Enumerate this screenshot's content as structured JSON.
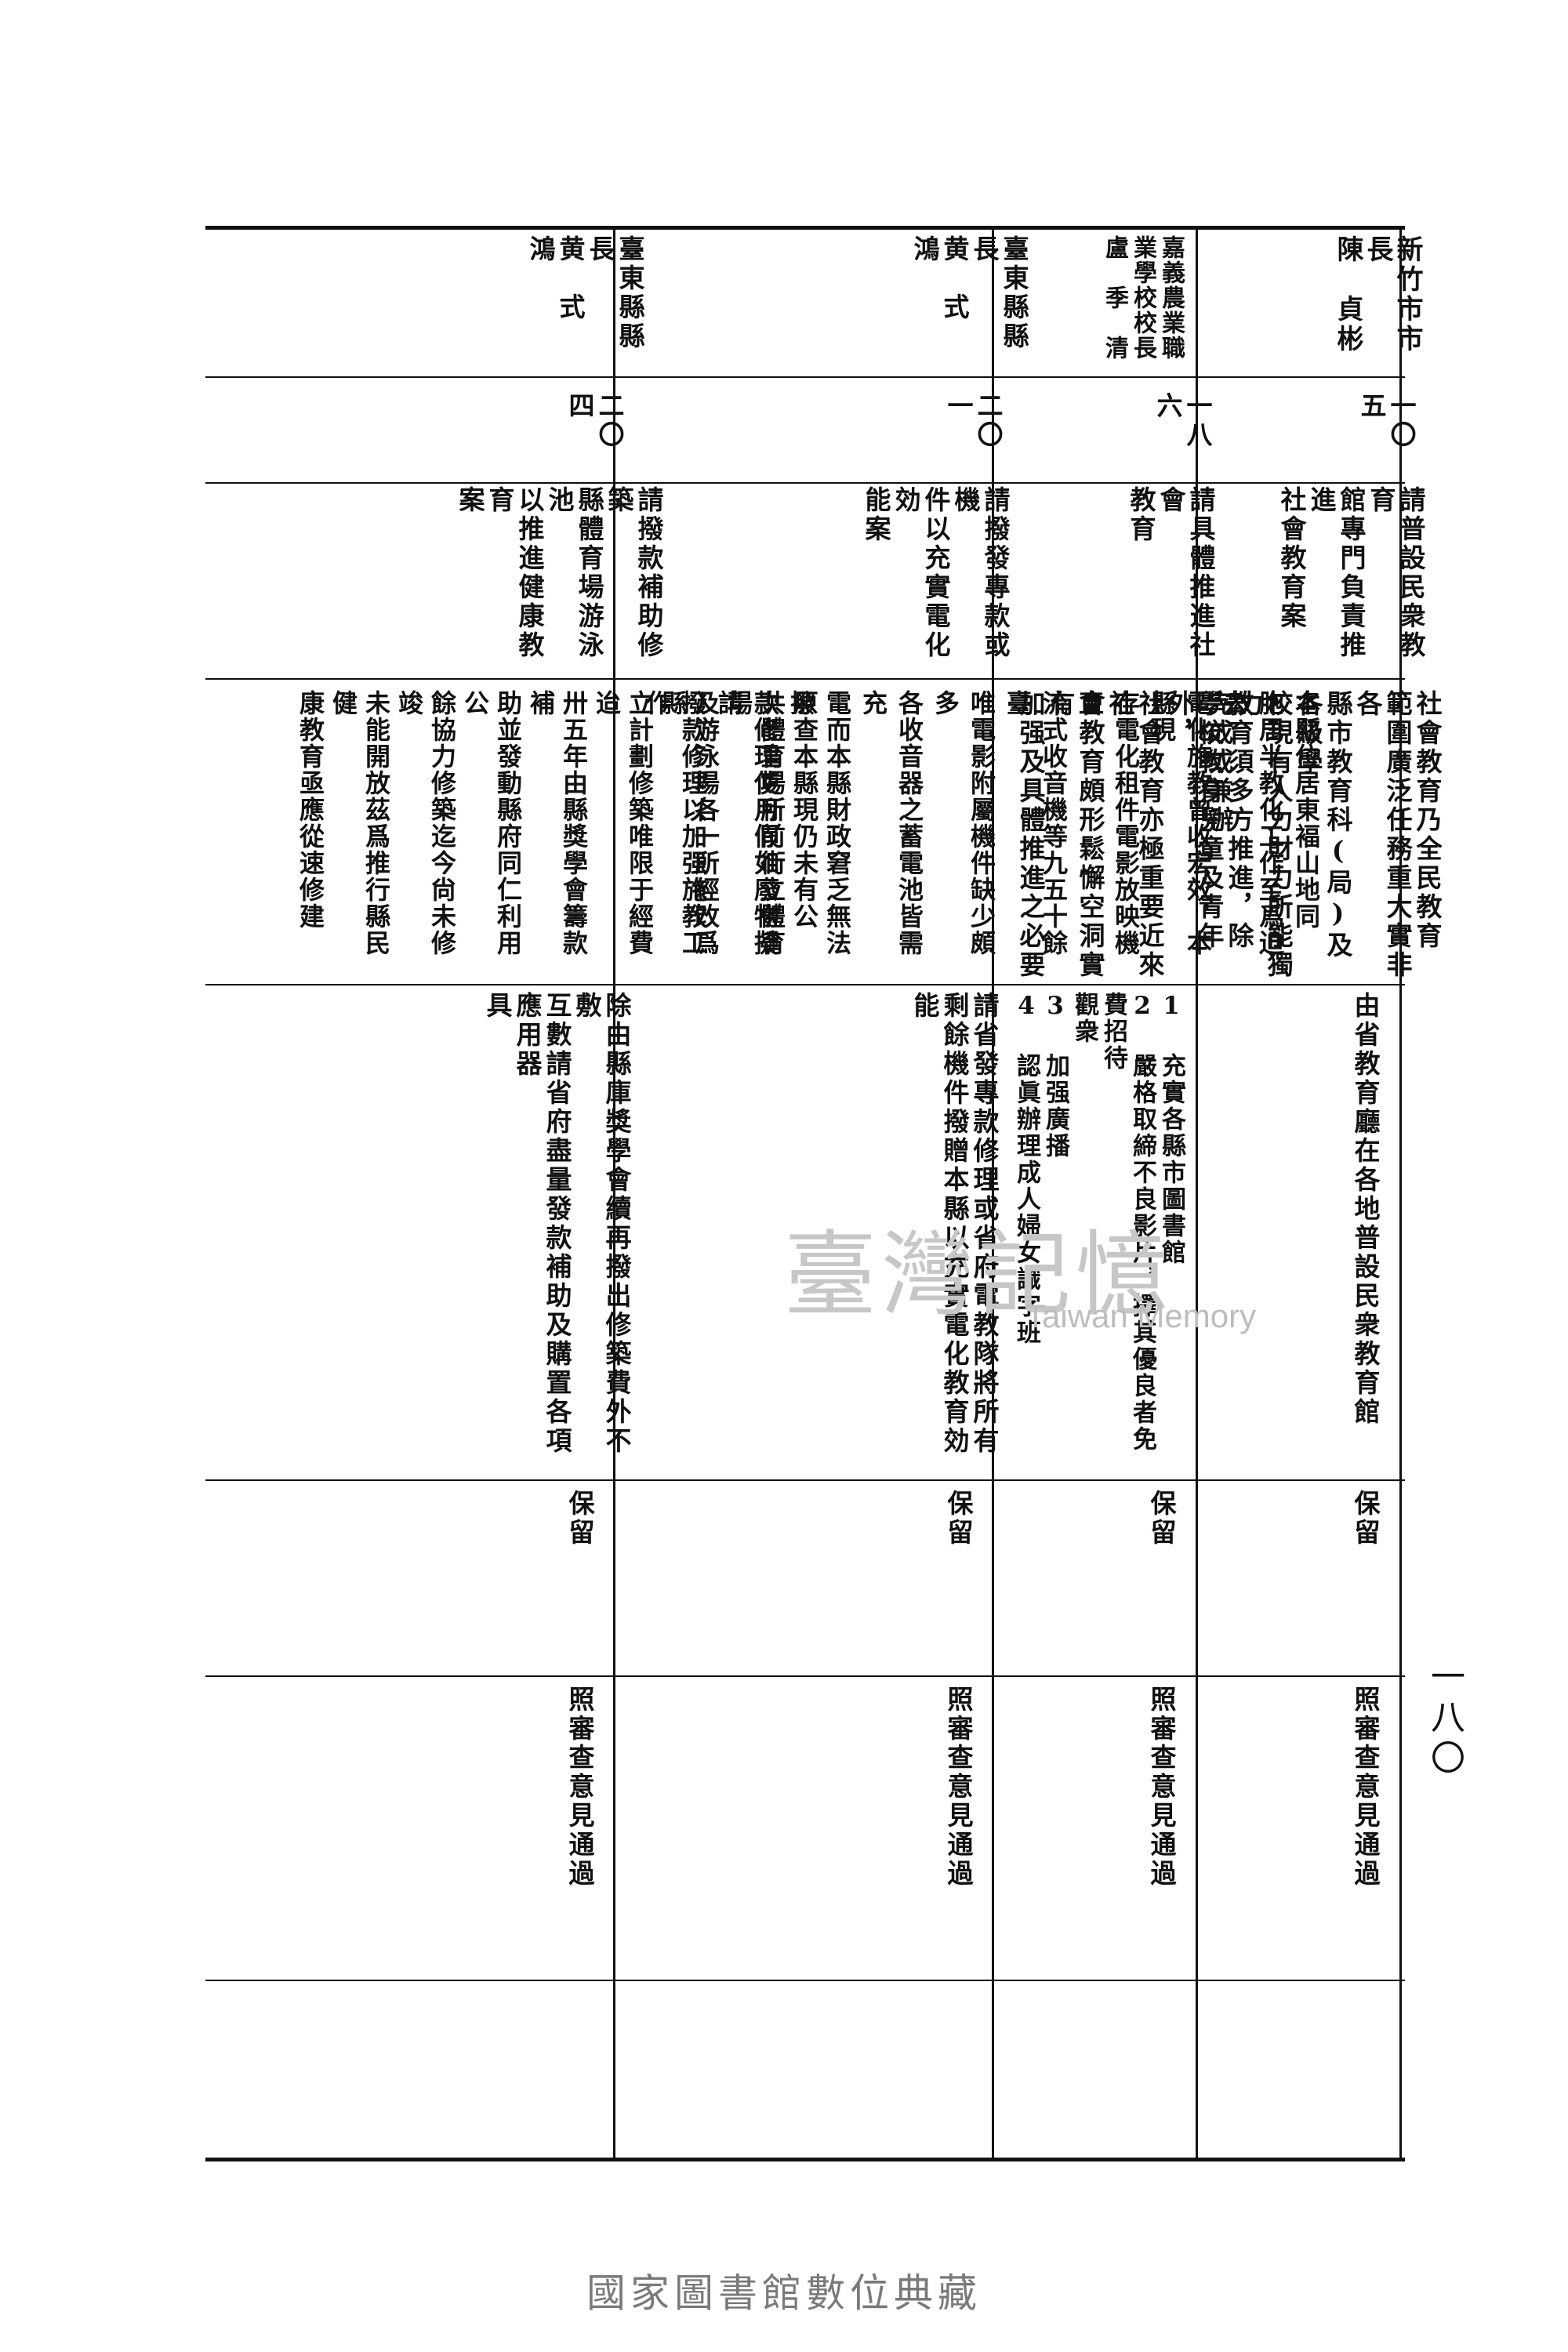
{
  "page_number": "一八〇",
  "watermark": {
    "main": "臺灣記憶",
    "sub": "Taiwan Memory"
  },
  "footer": "國家圖書館數位典藏",
  "rows": [
    {
      "proposer": "新竹市市長\n陳　貞彬",
      "number": "一〇五",
      "title": "請普設民衆教育\n館專門負責推進\n社會教育案",
      "reason": "社會教育乃全民教育\n範圍廣泛任務重大實非各\n縣市教育科(局)及各級學\n校現有人力財力所能獨力\n完成或兼辦",
      "method": "由省教育廳在各地普設民衆教育館",
      "review": "保留",
      "resolution": "照審查意見通過"
    },
    {
      "proposer": "嘉義農業職\n業學校校長\n盧　季　清",
      "number": "一八六",
      "title": "請具體推進社會\n教育",
      "reason": "教育須多方推進，除\n學校教育兒童及青年外，\n社會教育亦極重要近來社\n會教育頗形鬆懈空洞實有\n加强及具體推進之必要",
      "method": "1 充實各縣市圖書館\n2 嚴格取締不良影片，擇其優良者免費招待\n觀衆\n3 加强廣播\n4 認眞辦理成人婦女識字班",
      "review": "保留",
      "resolution": "照審查意見通過"
    },
    {
      "proposer": "臺東縣縣長\n黄　式　鴻",
      "number": "二〇一",
      "title": "請撥發專款或機\n件以充實電化効\n能案",
      "reason": "本縣位居東褔山地同\n胞居半教化工作至爲迫去\n電化施教曾收宏效，本縣現\n存電化租件電影放映機直\n流式收音機等九五十餘臺\n唯電影附屬機件缺少頗多\n各收音器之蓄電池皆需充\n電而本縣財政窘乏無法撥\n款修理使用假如廢物擬請\n撥款修理以加强施教工作",
      "method": "請省發專款修理或省府電教隊將所有\n剩餘機件撥贈本縣以充實電化教育効能",
      "review": "保留",
      "resolution": "照審查意見通過"
    },
    {
      "proposer": "臺東縣縣長\n黄　式　鴻",
      "number": "二〇四",
      "title": "請撥款補助修築\n縣體育場游泳池\n以推進健康教育\n案",
      "reason": "原查本縣現仍未有公\n共體育場所前街立體育場\n及游泳場各一所經改爲縣\n立計劃修築唯限于經費迨\n卅五年由縣獎學會籌款補\n助並發動縣府同仁利用公\n餘協力修築迄今尙未修竣\n未能開放茲爲推行縣民健\n康教育亟應從速修建",
      "method": "除由縣庫獎學會續再撥出修築費外不敷\n互數請省府盡量發款補助及購置各項應用器\n具",
      "review": "保留",
      "resolution": "照審查意見通過"
    }
  ]
}
